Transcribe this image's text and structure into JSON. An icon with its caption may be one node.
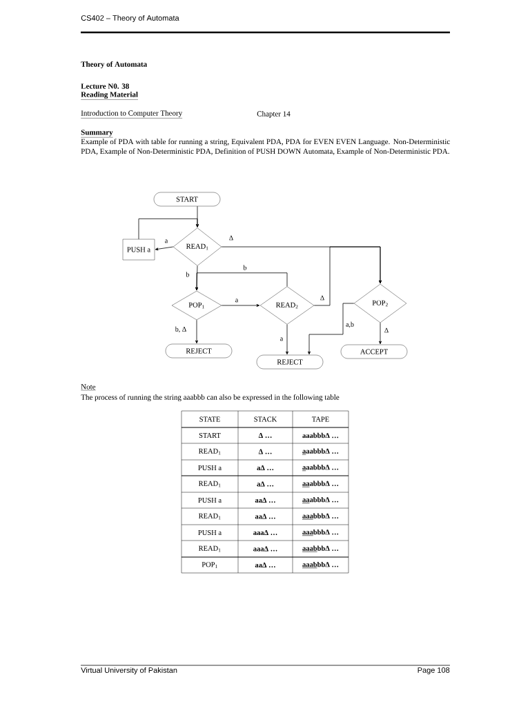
{
  "diagram": {
    "title": "Theory of Automata",
    "nodes": [
      {
        "text": [
          "START"
        ]
      },
      {
        "text": [
          "PUSH a"
        ]
      },
      {
        "text": [
          "READ$_{1}$"
        ]
      },
      {
        "text": [
          "POP$_{1}$"
        ]
      },
      {
        "text": [
          "READ$_{2}$"
        ]
      },
      {
        "text": [
          "POP$_{2}$"
        ]
      },
      {
        "text": [
          "REJECT"
        ]
      },
      {
        "text": [
          "REJECT"
        ]
      },
      {
        "text": [
          "ACCEPT"
        ]
      }
    ],
    "edges": [
      {
        "from": 0,
        "to": 2,
        "arrow": "to"
      },
      {
        "from": 2,
        "to": 1,
        "arrow": "to",
        "label": "a"
      },
      {
        "from": 1,
        "to": 2,
        "arrow": "to"
      },
      {
        "from": 2,
        "to": 3,
        "arrow": "to",
        "label": "b"
      },
      {
        "from": 2,
        "to": 5,
        "arrow": "to",
        "label": "Δ"
      },
      {
        "from": 3,
        "to": 4,
        "arrow": "to",
        "label": "a"
      },
      {
        "from": 4,
        "to": 3,
        "arrow": "to",
        "label": "b"
      },
      {
        "from": 3,
        "to": 6,
        "arrow": "to",
        "label": "b, Δ"
      },
      {
        "from": 4,
        "to": 5,
        "arrow": "to",
        "label": "Δ"
      },
      {
        "from": 4,
        "to": 7,
        "arrow": "to",
        "label": "a"
      },
      {
        "from": 5,
        "to": 7,
        "arrow": "to",
        "label": "a,b"
      },
      {
        "from": 5,
        "to": 8,
        "arrow": "to",
        "label": "Δ"
      }
    ],
    "labels": [
      "CS402 – Theory of Automata",
      "Lecture N0. 38",
      "Reading Material",
      "Introduction to Computer Theory",
      "Chapter 14",
      "Summary",
      "Example of PDA with table for running a string, Equivalent PDA, PDA for EVEN EVEN Language. Non-Deterministic PDA, Example of Non-Deterministic PDA, Definition of PUSH DOWN Automata, Example of Non-Deterministic PDA.",
      "Note",
      "The process of running the string aaabbb can also be expressed in the following table",
      "STATE",
      "STACK",
      "TAPE",
      "START",
      "Δ …",
      "aaabbbΔ …",
      "READ$_{1}$",
      "Δ …",
      "aaabbbΔ …",
      "PUSH a",
      "aΔ …",
      "aaabbbΔ …",
      "READ$_{1}$",
      "aΔ …",
      "aaabbbΔ …",
      "PUSH a",
      "aaΔ …",
      "aaabbbΔ …",
      "READ$_{1}$",
      "aaΔ …",
      "aaabbbΔ …",
      "PUSH a",
      "aaaΔ …",
      "aaabbbΔ …",
      "READ$_{1}$",
      "aaaΔ …",
      "aaabbbΔ …",
      "POP$_{1}$",
      "aaΔ …",
      "aaabbbΔ …",
      "Virtual University of Pakistan",
      "Page 108"
    ]
  }
}
